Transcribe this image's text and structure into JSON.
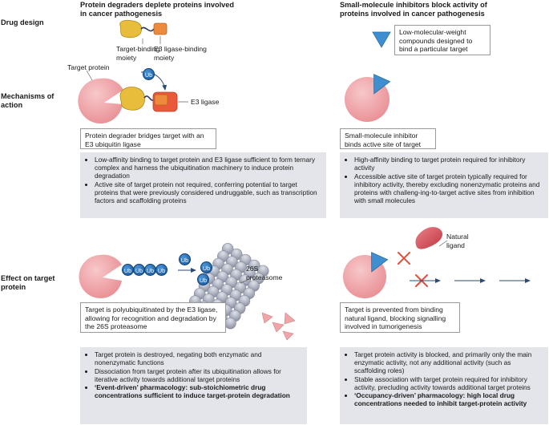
{
  "columns": {
    "left": {
      "heading": "Protein degraders deplete proteins involved in cancer pathogenesis"
    },
    "right": {
      "heading": "Small-molecule inhibitors block activity of proteins involved in cancer pathogenesis"
    }
  },
  "rows": {
    "drug_design": "Drug design",
    "mechanisms": "Mechanisms of action",
    "effect": "Effect on target protein"
  },
  "labels": {
    "target_binding_moiety": "Target-binding moiety",
    "e3_binding_moiety": "E3 ligase-binding moiety",
    "target_protein": "Target protein",
    "ub": "Ub",
    "e3_ligase": "E3 ligase",
    "proteasome": "26S proteasome",
    "natural_ligand": "Natural ligand"
  },
  "callouts": {
    "small_molecule_design": "Low-molecular-weight compounds designed to bind a particular target",
    "degrader_bridges": "Protein degrader bridges target with an E3 ubiquitin ligase",
    "inhibitor_binds": "Small-molecule inhibitor binds active site of target",
    "polyubiquitinated": "Target is polyubiquitinated by the E3 ligase, allowing for recognition and degradation by the 26S proteasome",
    "prevented_binding": "Target is prevented from binding natural ligand, blocking signalling involved in tumorigenesis"
  },
  "panels": {
    "left_mech": [
      "Low-affinity binding to target protein and E3 ligase sufficient to form ternary complex and harness the ubiquitination machinery to induce protein degradation",
      "Active site of target protein not required, conferring potential to target proteins that were previously considered undruggable, such as transcription factors and scaffolding proteins"
    ],
    "right_mech": [
      "High-affinity binding to target protein required for inhibitory activity",
      "Accessible active site of target protein typically required for inhibitory activity, thereby excluding nonenzymatic proteins and proteins with challeng-ing-to-target active sites from inhibition with small molecules"
    ],
    "left_effect": [
      "Target protein is destroyed, negating both enzymatic and nonenzymatic functions",
      "Dissociation from target protein after its ubiquitination allows for iterative activity towards additional target proteins",
      "‘Event-driven’ pharmacology: sub-stoichiometric drug concentrations sufficient to induce target-protein degradation"
    ],
    "right_effect": [
      "Target protein activity is blocked, and primarily only the main enzymatic activity, not any additional activity (such as scaffolding roles)",
      "Stable association with target protein required for inhibitory activity, precluding activity towards additional target proteins",
      "‘Occupancy-driven’ pharmacology: high local drug concentrations needed to inhibit target-protein activity"
    ]
  },
  "colors": {
    "target_protein": "#f0a5a8",
    "warhead": "#e8bd3c",
    "e3_binder": "#ee8a3c",
    "e3_ligase": "#ea5a3a",
    "ubiquitin": "#1f6fb6",
    "inhibitor": "#3f8fd0",
    "proteasome": "#a9aebe",
    "ligand": "#d9545c",
    "cross": "#e05040",
    "panel_bg": "#e4e5ea"
  }
}
